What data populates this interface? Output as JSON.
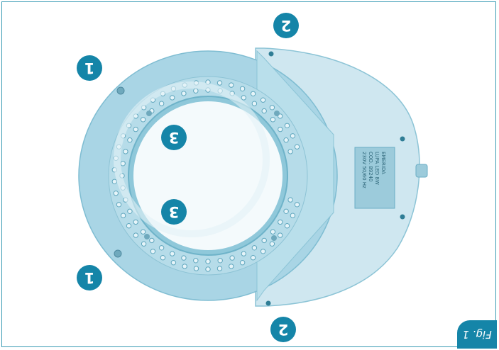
{
  "figure": {
    "label": "Fig. 1"
  },
  "callouts": {
    "top_right": "2",
    "top_left": "1",
    "upper_center": "3",
    "lower_center": "3",
    "bottom_left": "1",
    "bottom_right": "2"
  },
  "rating_plate": {
    "brand": "EMERIDA",
    "model": "LUPA LED 8W",
    "code": "COD. 89240",
    "power": "230V 50/60 Hz"
  },
  "colors": {
    "accent": "#1585a8",
    "frame_border": "#3a9bb4",
    "lamp_body": "#bfe0ec",
    "lens": "#f4fafc"
  }
}
